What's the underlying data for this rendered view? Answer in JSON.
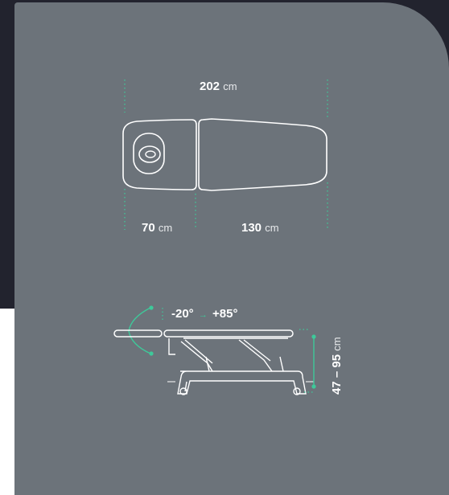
{
  "dimensions": {
    "total_length": {
      "value": "202",
      "unit": "cm"
    },
    "head_section": {
      "value": "70",
      "unit": "cm"
    },
    "body_section": {
      "value": "130",
      "unit": "cm"
    },
    "head_tilt": {
      "min": "-20°",
      "arrow": "→",
      "max": "+85°"
    },
    "height_range": {
      "value": "47 – 95",
      "unit": "cm"
    }
  },
  "colors": {
    "panel": "#6c737a",
    "background_dark": "#22232e",
    "background_light": "#ffffff",
    "accent": "#3ec99a",
    "line": "#ffffff"
  },
  "icons": [
    "face-hole-icon",
    "arrow-right-icon"
  ]
}
